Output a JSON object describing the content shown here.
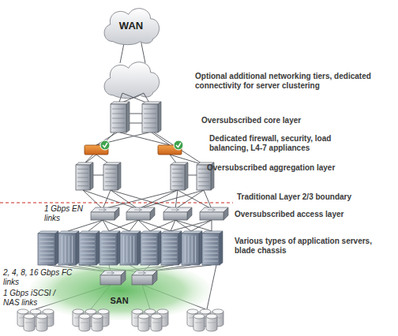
{
  "diagram": {
    "nodes": [
      {
        "text": [
          "WAN"
        ]
      },
      {
        "text": [
          "SAN"
        ]
      }
    ],
    "labels": [
      "Optional additional networking tiers, dedicated connectivity for server clustering",
      "Oversubscribed core layer",
      "Dedicated firewall, security, load balancing, L4-7 appliances",
      "Oversubscribed aggregation layer",
      "Traditional Layer 2/3 boundary",
      "Oversubscribed access layer",
      "Various types of application servers, blade chassis",
      "1 Gbps EN links",
      "2, 4, 8, 16 Gbps FC links",
      "1 Gbps iSCSI / NAS links"
    ]
  }
}
